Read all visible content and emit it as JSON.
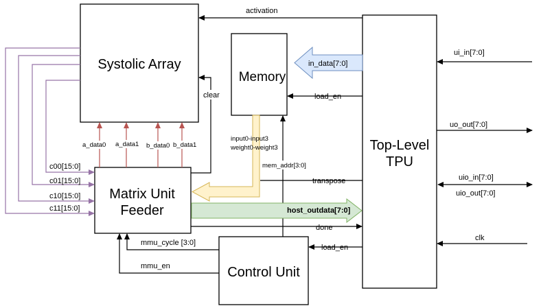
{
  "blocks": {
    "systolic": "Systolic Array",
    "memory": "Memory",
    "mmu_line1": "Matrix Unit",
    "mmu_line2": "Feeder",
    "control": "Control Unit",
    "tpu_line1": "Top-Level",
    "tpu_line2": "TPU"
  },
  "signals": {
    "activation": "activation",
    "in_data": "in_data[7:0]",
    "load_en_mem": "load_en",
    "clear": "clear",
    "ui_in": "ui_in[7:0]",
    "uo_out": "uo_out[7:0]",
    "uio_in": "uio_in[7:0]",
    "uio_out": "uio_out[7:0]",
    "clk": "clk",
    "a_data0": "a_data0",
    "a_data1": "a_data1",
    "b_data0": "b_data0",
    "b_data1": "b_data1",
    "inputs": "input0-input3",
    "weights": "weight0-weight3",
    "mem_addr": "mem_addr[3:0]",
    "c00": "c00[15:0]",
    "c01": "c01[15:0]",
    "c10": "c10[15:0]",
    "c11": "c11[15:0]",
    "transpose": "transpose",
    "host_outdata": "host_outdata[7:0]",
    "done": "done",
    "load_en_ctrl": "load_en",
    "mmu_cycle": "mmu_cycle [3:0]",
    "mmu_en": "mmu_en"
  },
  "colors": {
    "c_lines": "#9673a6",
    "data_arrows": "#b85450",
    "in_data_fill": "#dae8fc",
    "in_data_stroke": "#6c8ebf",
    "feed_fill": "#fff2cc",
    "feed_stroke": "#d6b656",
    "out_fill": "#d5e8d4",
    "out_stroke": "#82b366"
  }
}
